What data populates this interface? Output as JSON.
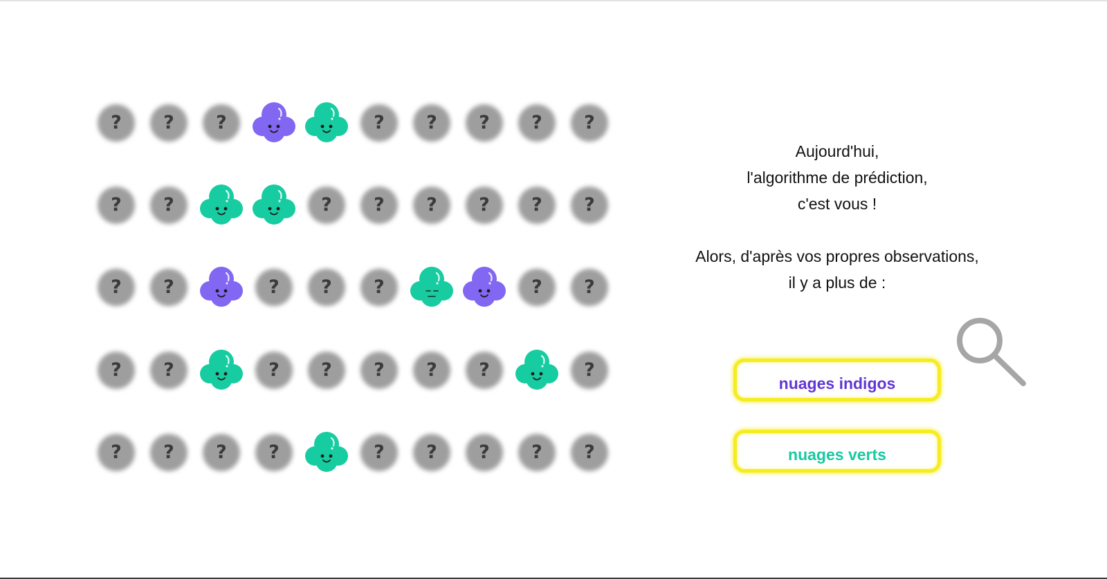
{
  "message": {
    "line1": "Aujourd'hui,",
    "line2": "l'algorithme de prédiction,",
    "line3": "c'est vous !",
    "line4": "Alors, d'après vos propres observations,",
    "line5": "il y a plus de :"
  },
  "answers": {
    "indigo_label": "nuages indigos",
    "green_label": "nuages verts"
  },
  "hidden_symbol": "?",
  "grid": [
    [
      "?",
      "?",
      "?",
      "indigo",
      "green",
      "?",
      "?",
      "?",
      "?",
      "?"
    ],
    [
      "?",
      "?",
      "green",
      "green",
      "?",
      "?",
      "?",
      "?",
      "?",
      "?"
    ],
    [
      "?",
      "?",
      "indigo",
      "?",
      "?",
      "?",
      "green-sleepy",
      "indigo",
      "?",
      "?"
    ],
    [
      "?",
      "?",
      "green",
      "?",
      "?",
      "?",
      "?",
      "?",
      "green",
      "?"
    ],
    [
      "?",
      "?",
      "?",
      "?",
      "green",
      "?",
      "?",
      "?",
      "?",
      "?"
    ]
  ],
  "colors": {
    "indigo": "#8167f2",
    "green": "#17cca0",
    "indigo_text": "#6236d4",
    "green_text": "#19c9a1",
    "button_border": "#f5ec22",
    "mystery": "#9e9e9e",
    "magnifier": "#a6a6a6"
  },
  "icons": {
    "hidden": "question-mark-circle",
    "indigo": "indigo-cloud-icon",
    "green": "green-cloud-icon",
    "search": "magnifier-icon"
  }
}
